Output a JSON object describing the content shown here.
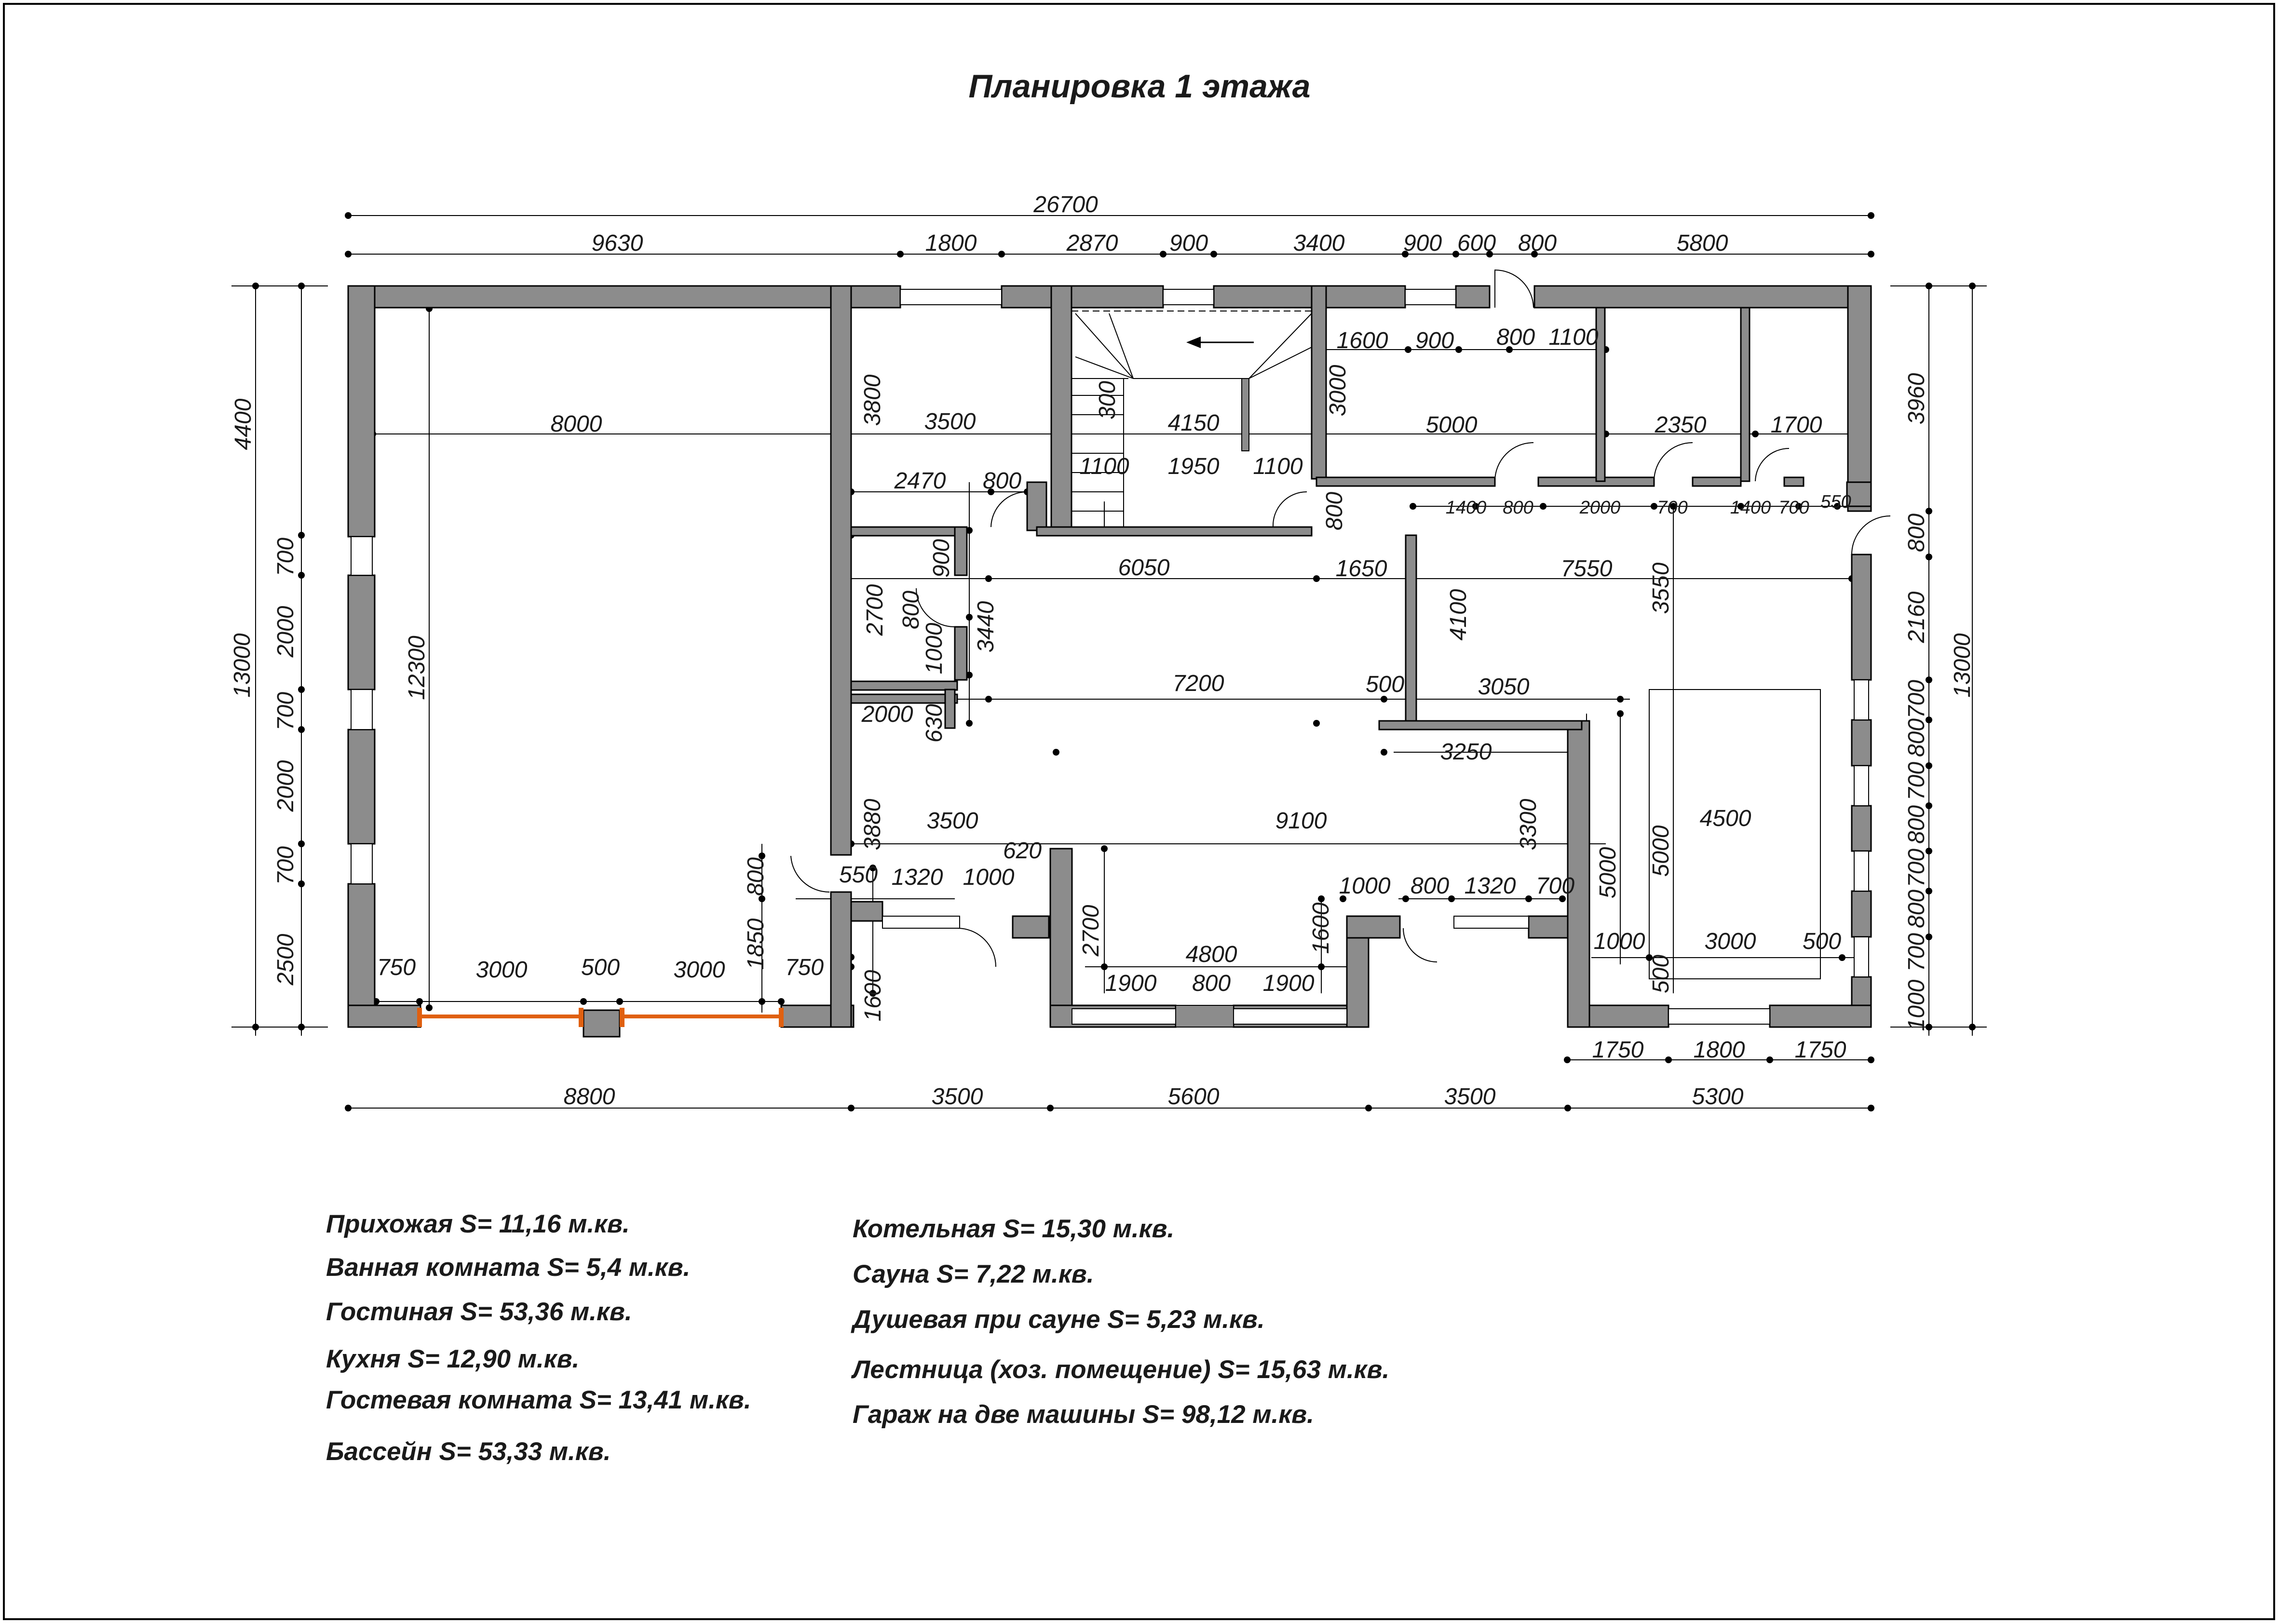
{
  "title": "Планировка 1 этажа",
  "colors": {
    "wall": "#8c8c8c",
    "line": "#000000",
    "gate": "#e06010"
  },
  "areas_left": [
    "Прихожая S= 11,16 м.кв.",
    "Ванная комната S= 5,4 м.кв.",
    "Гостиная S= 53,36 м.кв.",
    "Кухня S= 12,90 м.кв.",
    "Гостевая комната S= 13,41 м.кв.",
    "Бассейн S= 53,33 м.кв."
  ],
  "areas_right": [
    "Котельная S= 15,30 м.кв.",
    "Сауна S= 7,22 м.кв.",
    "Душевая при сауне S= 5,23 м.кв.",
    "Лестница (хоз. помещение) S= 15,63 м.кв.",
    "Гараж на две машины S= 98,12 м.кв."
  ],
  "dimensions": {
    "top_total": "26700",
    "top": [
      "9630",
      "1800",
      "2870",
      "900",
      "3400",
      "900",
      "600",
      "800",
      "5800"
    ],
    "inner_top": [
      "1600",
      "900",
      "800",
      "1100"
    ],
    "mid": [
      "8000",
      "3500",
      "4150",
      "5000",
      "2350",
      "1700"
    ],
    "left_vert": [
      "4400",
      "700",
      "2000",
      "700",
      "2000",
      "700",
      "2500"
    ],
    "left_total": "13000",
    "right_vert": [
      "3960",
      "800",
      "2160",
      "700",
      "800",
      "700",
      "800",
      "700",
      "800",
      "700",
      "1000"
    ],
    "right_total": "13000",
    "bottom": [
      "8800",
      "3500",
      "5600",
      "3500",
      "5300"
    ],
    "misc": [
      "12300",
      "3800",
      "2470",
      "800",
      "300",
      "1100",
      "1950",
      "1100",
      "3000",
      "800",
      "1400",
      "800",
      "2000",
      "700",
      "1400",
      "700",
      "550",
      "6050",
      "1650",
      "7550",
      "2700",
      "800",
      "900",
      "3440",
      "1000",
      "630",
      "7200",
      "500",
      "3050",
      "4100",
      "3550",
      "2000",
      "3250",
      "3880",
      "3500",
      "9100",
      "3300",
      "620",
      "550",
      "1320",
      "1000",
      "800",
      "1850",
      "1000",
      "800",
      "1320",
      "700",
      "2700",
      "1600",
      "4800",
      "1900",
      "800",
      "1900",
      "4500",
      "5000",
      "5000",
      "1000",
      "3000",
      "500",
      "500",
      "750",
      "3000",
      "500",
      "3000",
      "750",
      "1600",
      "1750",
      "1800",
      "1750"
    ]
  }
}
